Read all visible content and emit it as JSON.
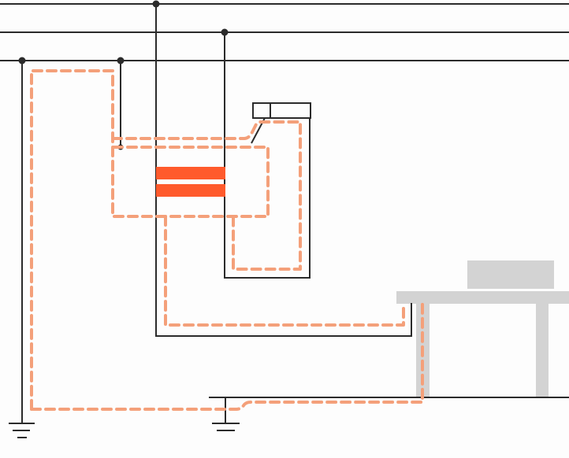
{
  "colors": {
    "wire": "#2b2b2b",
    "capacitor": "#ff5a2c",
    "fault_current_path": "#f4a07a",
    "table": "#d3d3d3",
    "background": "#fdfdfd"
  },
  "icons": [
    "ground-symbol",
    "capacitor-symbol",
    "fuse-switch-symbol",
    "table-equipment"
  ]
}
